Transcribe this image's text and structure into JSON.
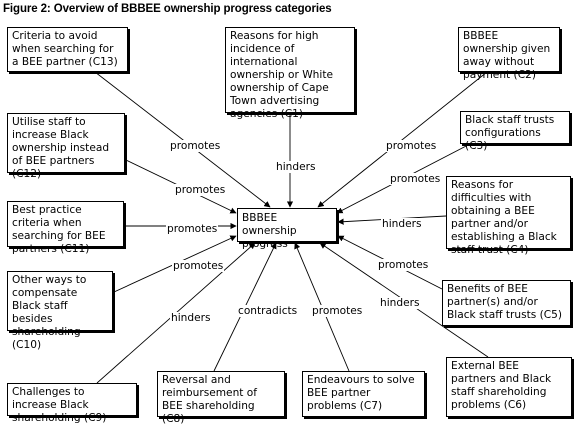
{
  "title": "Figure 2:  Overview of BBBEE ownership progress categories",
  "center": "BBBEE ownership progress",
  "categories": [
    {
      "id": "C13",
      "text": "Criteria to avoid when searching for a BEE partner (C13)"
    },
    {
      "id": "C1",
      "text": "Reasons for high incidence of international ownership or White ownership of Cape Town advertising agencies (C1)"
    },
    {
      "id": "C2",
      "text": "BBBEE ownership given away without payment (C2)"
    },
    {
      "id": "C12",
      "text": "Utilise staff to increase Black ownership instead of BEE partners (C12)"
    },
    {
      "id": "C3",
      "text": "Black staff trusts configurations (C3)"
    },
    {
      "id": "C11",
      "text": "Best practice criteria when searching for BEE partners (C11)"
    },
    {
      "id": "C4",
      "text": "Reasons for difficulties with obtaining a BEE partner and/or establishing a Black staff trust (C4)"
    },
    {
      "id": "C10",
      "text": "Other ways to compensate Black staff besides shareholding (C10)"
    },
    {
      "id": "C5",
      "text": "Benefits of BEE partner(s) and/or Black staff trusts (C5)"
    },
    {
      "id": "C9",
      "text": "Challenges to increase Black shareholding (C9)"
    },
    {
      "id": "C8",
      "text": "Reversal and reimbursement of BEE shareholding (C8)"
    },
    {
      "id": "C7",
      "text": "Endeavours to solve BEE partner problems (C7)"
    },
    {
      "id": "C6",
      "text": "External BEE partners and Black staff shareholding problems (C6)"
    }
  ],
  "relations": [
    {
      "from": "C13",
      "label": "promotes"
    },
    {
      "from": "C1",
      "label": "hinders"
    },
    {
      "from": "C2",
      "label": "promotes"
    },
    {
      "from": "C12",
      "label": "promotes"
    },
    {
      "from": "C3",
      "label": "promotes"
    },
    {
      "from": "C11",
      "label": "promotes"
    },
    {
      "from": "C4",
      "label": "hinders"
    },
    {
      "from": "C10",
      "label": "promotes"
    },
    {
      "from": "C5",
      "label": "promotes"
    },
    {
      "from": "C9",
      "label": "hinders"
    },
    {
      "from": "C8",
      "label": "contradicts"
    },
    {
      "from": "C7",
      "label": "promotes"
    },
    {
      "from": "C6",
      "label": "hinders"
    }
  ]
}
